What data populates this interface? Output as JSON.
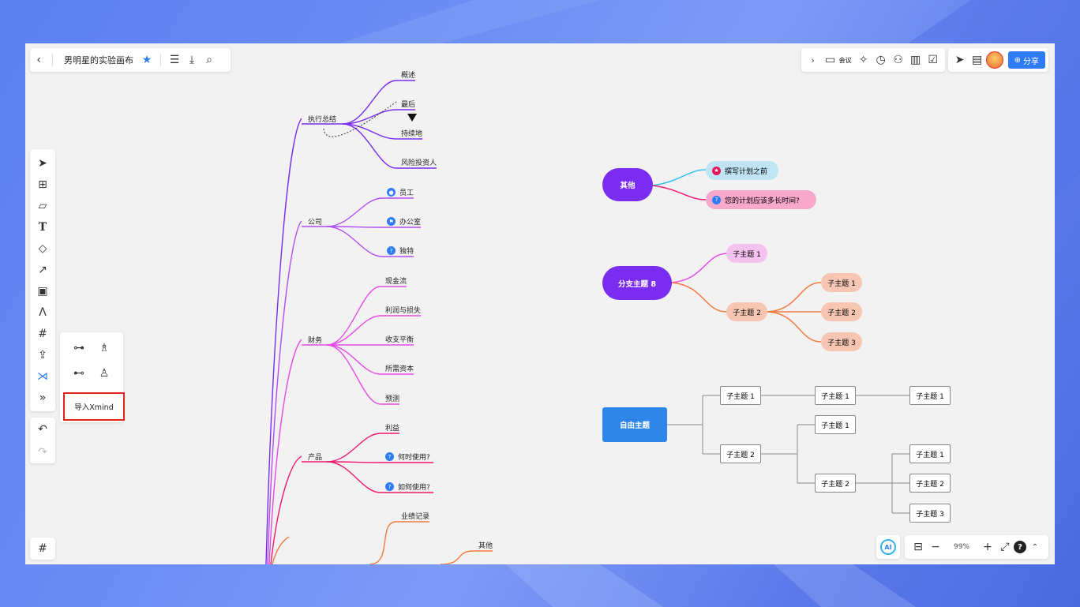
{
  "colors": {
    "accent": "#2d7cf6",
    "highlight_box": "#e0251c",
    "purple_main": "#7a2cf0"
  },
  "header": {
    "title": "男明星的实验画布",
    "left_icons": [
      "back-icon",
      "star-icon",
      "menu-icon",
      "download-icon",
      "search-icon"
    ],
    "right_icons": [
      "chevron-right-icon",
      "video-meeting-icon",
      "magic-wand-icon",
      "timer-icon",
      "vote-icon",
      "chart-icon",
      "calendar-check-icon",
      "cursor-follow-icon",
      "comment-icon",
      "avatar"
    ],
    "meeting_label": "会议",
    "share_label": "分享"
  },
  "toolbar": {
    "tools": [
      "select-icon",
      "layout-icon",
      "sticky-note-icon",
      "text-icon",
      "shape-icon",
      "connector-icon",
      "card-icon",
      "pen-icon",
      "frame-icon",
      "upload-icon",
      "mindmap-icon",
      "more-icon"
    ],
    "undo_icons": [
      "undo-icon",
      "redo-icon"
    ]
  },
  "popup": {
    "import_label": "导入Xmind"
  },
  "zoom": {
    "value": "99%"
  },
  "ai_label": "AI",
  "mindmap_left": {
    "branches": [
      {
        "label": "执行总结",
        "children": [
          "概述",
          "最后",
          "持续地",
          "风险投资人"
        ]
      },
      {
        "label": "公司",
        "children": [
          "员工",
          "办公室",
          "独特"
        ]
      },
      {
        "label": "财务",
        "children": [
          "现金流",
          "利润与损失",
          "收支平衡",
          "所需资本",
          "预测"
        ]
      },
      {
        "label": "产品",
        "children": [
          "利益",
          "何时使用?",
          "如何使用?"
        ]
      },
      {
        "label": "",
        "children": [
          "业绩记录",
          "其他"
        ]
      }
    ]
  },
  "mindmap_other": {
    "root": "其他",
    "children": [
      "撰写计划之前",
      "您的计划应该多长时间?"
    ]
  },
  "mindmap_branch8": {
    "root": "分支主题 8",
    "children": [
      "子主题 1",
      "子主题 2"
    ],
    "grandchildren": [
      "子主题 1",
      "子主题 2",
      "子主题 3"
    ]
  },
  "mindmap_free": {
    "root": "自由主题",
    "level1": [
      "子主题 1",
      "子主题 2"
    ],
    "level2": [
      "子主题 1",
      "子主题 1",
      "子主题 2"
    ],
    "level3": [
      "子主题 1",
      "子主题 1",
      "子主题 2",
      "子主题 3"
    ]
  }
}
